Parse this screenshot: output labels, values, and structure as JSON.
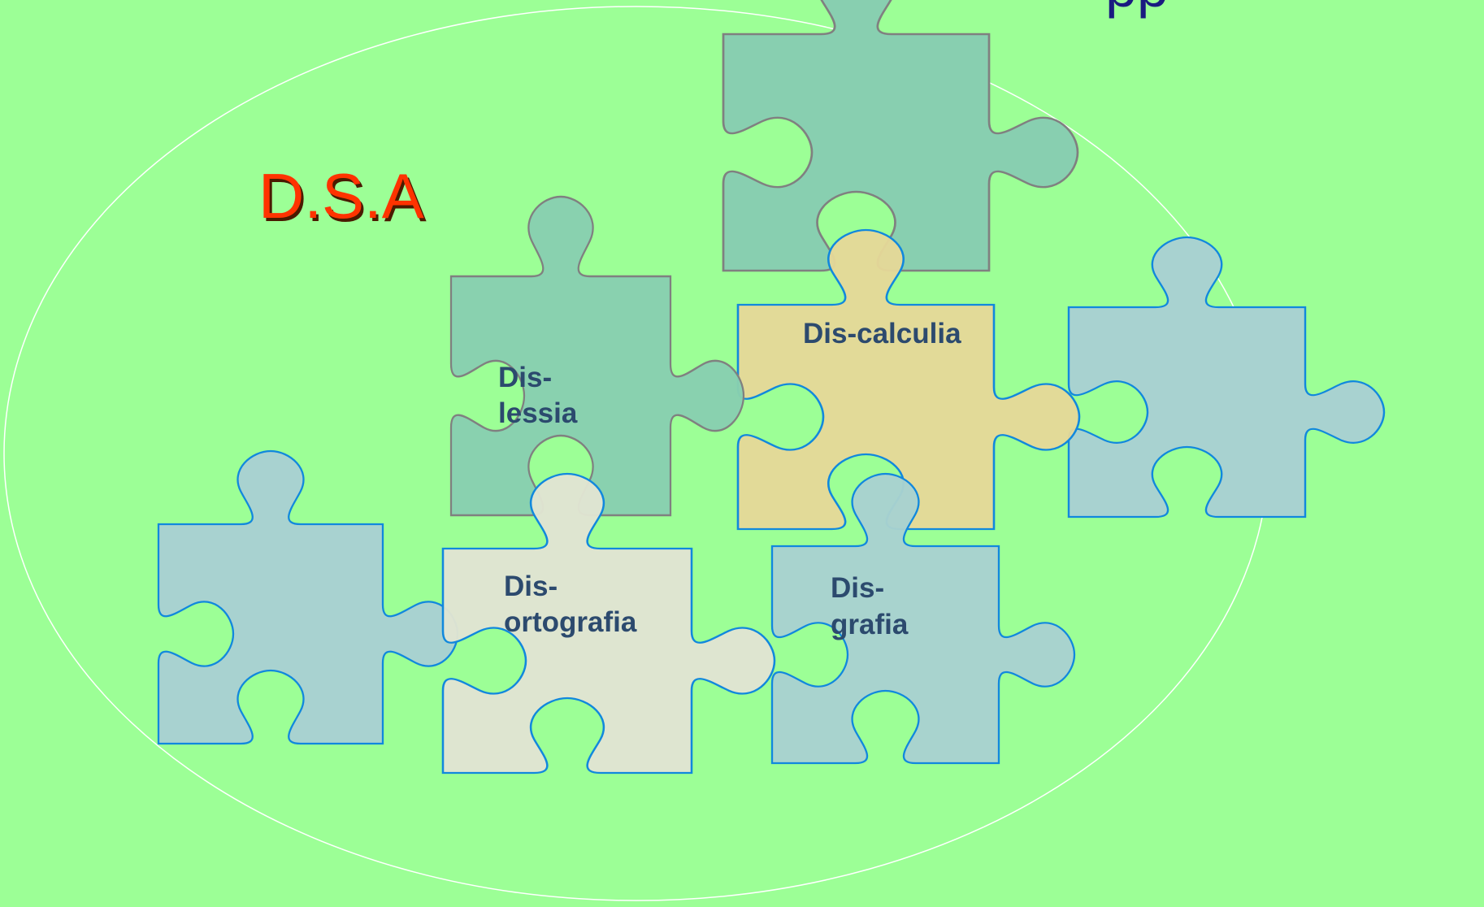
{
  "slide": {
    "title": "D.S.A",
    "partial_top_text": "pp"
  },
  "pieces": {
    "dislessia": {
      "line1": "Dis-",
      "line2": "lessia"
    },
    "discalculia": {
      "line1": "Dis-calculia"
    },
    "disortografia": {
      "line1": "Dis-",
      "line2": "ortografia"
    },
    "disgrafia": {
      "line1": "Dis-",
      "line2": "grafia"
    }
  },
  "colors": {
    "background": "#9cff96",
    "ellipse_stroke": "#ffffff",
    "title_red": "#ff3300",
    "title_shadow": "#4a1a00",
    "piece_teal": "#88cfb0",
    "piece_teal_stroke": "#808080",
    "piece_blue": "#a8d2d0",
    "piece_blue_stroke": "#1188dd",
    "piece_tan": "#e6d898",
    "piece_cream": "#e0e4d2",
    "label_text": "#2c4a6e",
    "partial_text": "#1a1a80"
  }
}
